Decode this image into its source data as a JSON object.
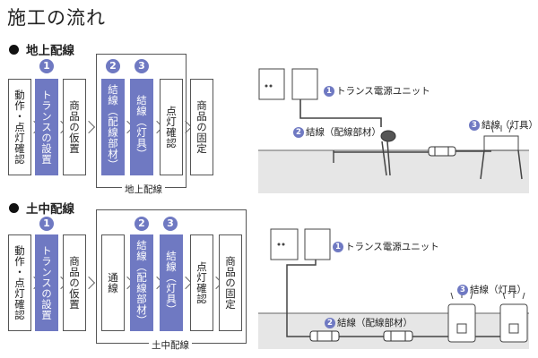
{
  "title": "施工の流れ",
  "sections": [
    {
      "heading": "地上配線",
      "steps": [
        "動作・点灯確認",
        "トランスの設置",
        "商品の仮置",
        "結線（配線部材）",
        "結線（灯具）",
        "点灯確認",
        "商品の固定"
      ],
      "step_numbers": [
        "1",
        "2",
        "3"
      ],
      "group_label": "地上配線",
      "annotations": {
        "transformer": {
          "num": "1",
          "text": "トランス電源ユニット"
        },
        "wiring": {
          "num": "2",
          "text": "結線（配線部材）"
        },
        "lamp": {
          "num": "3",
          "text": "結線（灯具）"
        }
      }
    },
    {
      "heading": "土中配線",
      "steps": [
        "動作・点灯確認",
        "トランスの設置",
        "商品の仮置",
        "通線",
        "結線（配線部材）",
        "結線（灯具）",
        "点灯確認",
        "商品の固定"
      ],
      "step_numbers": [
        "1",
        "2",
        "3"
      ],
      "group_label": "土中配線",
      "annotations": {
        "transformer": {
          "num": "1",
          "text": "トランス電源ユニット"
        },
        "wiring": {
          "num": "2",
          "text": "結線（配線部材）"
        },
        "lamp": {
          "num": "3",
          "text": "結線（灯具）"
        }
      }
    }
  ],
  "colors": {
    "accent": "#6f79c2",
    "ground": "#e6e6e6"
  }
}
